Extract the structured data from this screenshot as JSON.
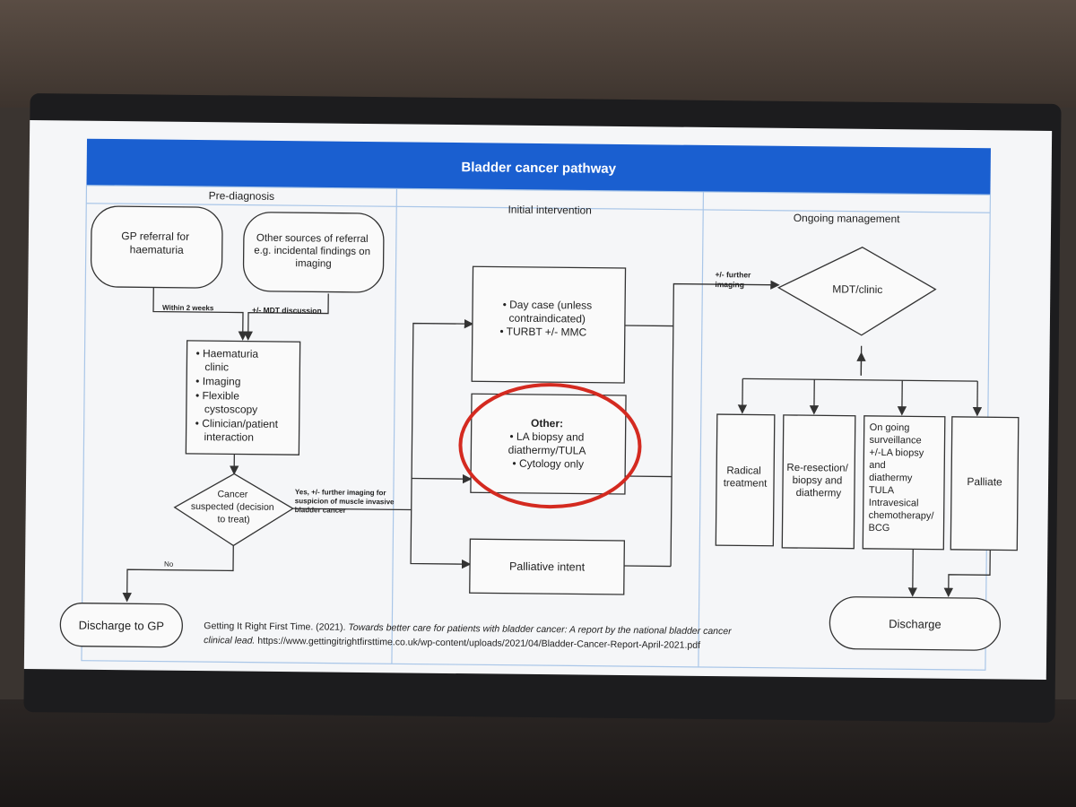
{
  "title": "Bladder cancer pathway",
  "lanes": {
    "pre": "Pre-diagnosis",
    "initial": "Initial intervention",
    "ongoing": "Ongoing management"
  },
  "nodes": {
    "gp_referral": [
      "GP referral for",
      "haematuria"
    ],
    "other_sources": [
      "Other sources of referral",
      "e.g. incidental findings on",
      "imaging"
    ],
    "haematuria_clinic": [
      "• Haematuria",
      "clinic",
      "• Imaging",
      "• Flexible",
      "cystoscopy",
      "• Clinician/patient",
      "interaction"
    ],
    "cancer_suspected": [
      "Cancer",
      "suspected (decision",
      "to treat)"
    ],
    "discharge_gp": "Discharge to GP",
    "day_case": [
      "• Day case (unless",
      "contraindicated)",
      "• TURBT +/- MMC"
    ],
    "other_box": [
      "Other:",
      "• LA biopsy and",
      "diathermy/TULA",
      "• Cytology only"
    ],
    "palliative_intent": "Palliative intent",
    "mdt_clinic": "MDT/clinic",
    "radical": [
      "Radical",
      "treatment"
    ],
    "reresection": [
      "Re-resection/",
      "biopsy and",
      "diathermy"
    ],
    "surveillance": [
      "On going",
      "surveillance",
      "+/-LA biopsy",
      "and",
      "diathermy",
      "TULA",
      "Intravesical",
      "chemotherapy/",
      "BCG"
    ],
    "palliate": "Palliate",
    "discharge": "Discharge"
  },
  "edge_labels": {
    "within_2_weeks": "Within 2 weeks",
    "mdt_discussion": "+/- MDT discussion",
    "yes_further": [
      "Yes, +/- further imaging for",
      "suspicion of muscle invasive",
      "bladder cancer"
    ],
    "no": "No",
    "further_imaging": [
      "+/- further",
      "imaging"
    ]
  },
  "citation": {
    "line1_plain": "Getting It Right First Time. (2021). ",
    "line1_italic": "Towards better care for patients with bladder cancer: A report by the national bladder cancer",
    "line2_italic": "clinical lead.",
    "line2_url": " https://www.gettingitrightfirsttime.co.uk/wp-content/uploads/2021/04/Bladder-Cancer-Report-April-2021.pdf"
  },
  "colors": {
    "header": "#1a5fd0",
    "highlight_circle": "#d42a20",
    "lane_line": "#a9c6e8"
  }
}
